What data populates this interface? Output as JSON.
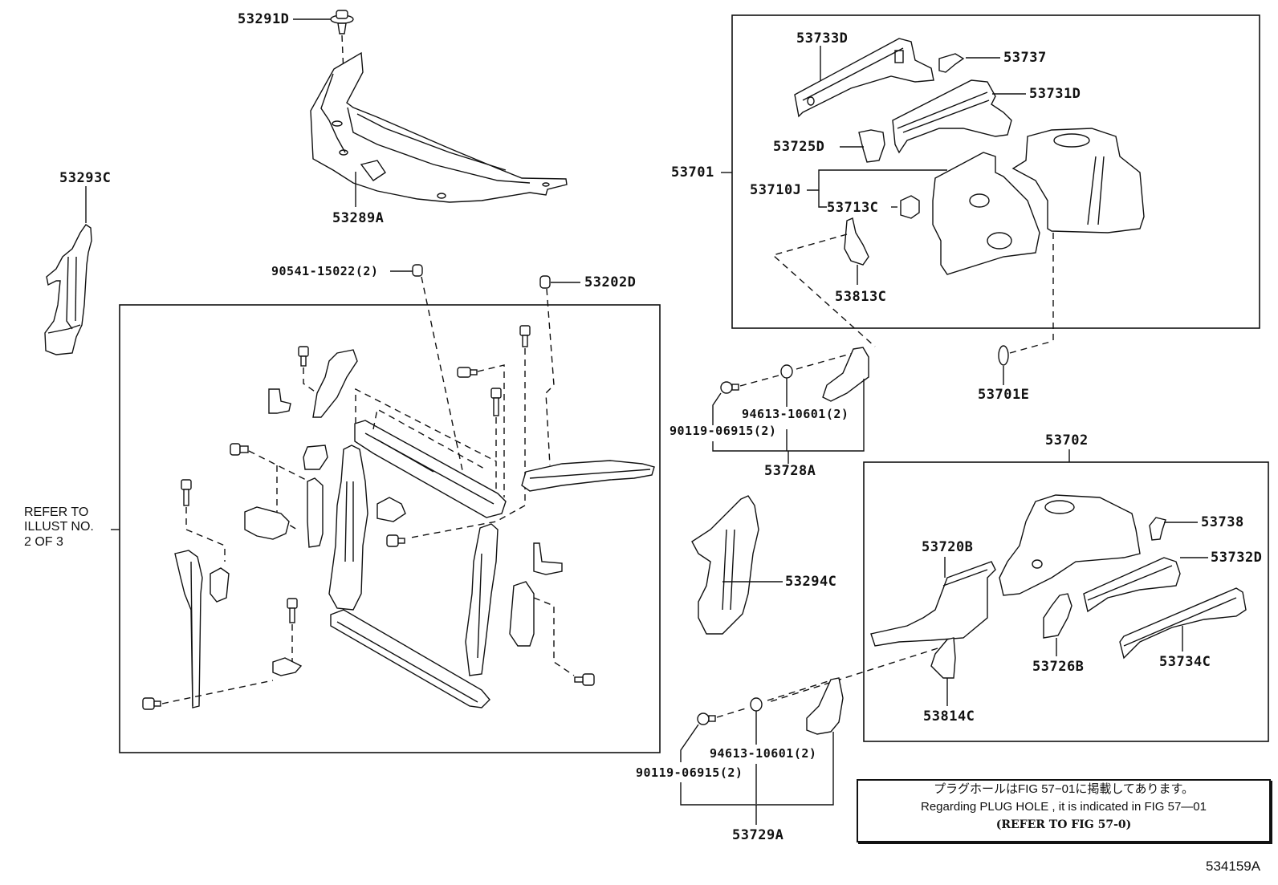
{
  "diagram": {
    "figure_id": "534159A",
    "refer_note": {
      "lines": [
        "REFER TO",
        "ILLUST NO.",
        "2 OF 3"
      ]
    },
    "note_box": {
      "japanese": "プラグホールはFIG 57−01に掲載してあります。",
      "english": "Regarding  PLUG  HOLE , it is indicated in FIG  57—01",
      "refer": "(REFER TO FIG 57-0)"
    },
    "labels": {
      "p53291D": "53291D",
      "p53289A": "53289A",
      "p53293C": "53293C",
      "p90541": "90541-15022(2)",
      "p53202D": "53202D",
      "p53701": "53701",
      "p53733D": "53733D",
      "p53737": "53737",
      "p53731D": "53731D",
      "p53725D": "53725D",
      "p53710J": "53710J",
      "p53713C": "53713C",
      "p53813C": "53813C",
      "p53701E": "53701E",
      "p94613a": "94613-10601(2)",
      "p90119a": "90119-06915(2)",
      "p53728A": "53728A",
      "p53702": "53702",
      "p53738": "53738",
      "p53720B": "53720B",
      "p53732D": "53732D",
      "p53294C": "53294C",
      "p53726B": "53726B",
      "p53734C": "53734C",
      "p53814C": "53814C",
      "p94613b": "94613-10601(2)",
      "p90119b": "90119-06915(2)",
      "p53729A": "53729A"
    }
  }
}
